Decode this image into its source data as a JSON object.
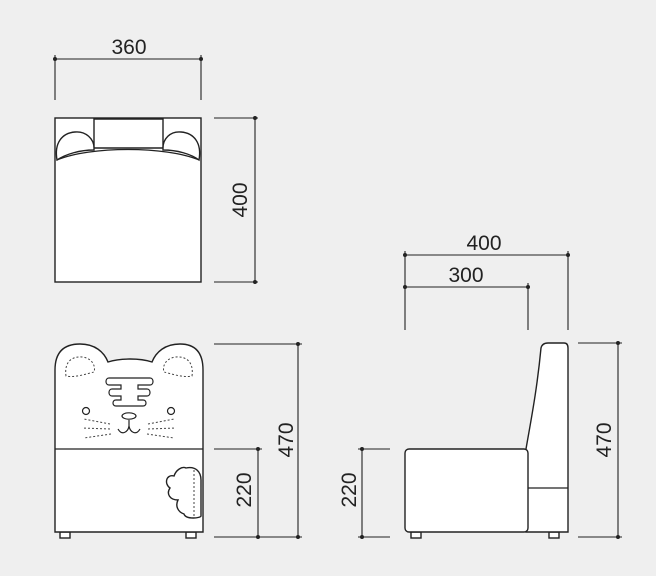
{
  "dimensions": {
    "top_width": "360",
    "top_depth": "400",
    "front_total_height": "470",
    "front_seat_height": "220",
    "side_total_depth": "400",
    "side_seat_depth": "300",
    "side_seat_height": "220",
    "side_total_height": "470"
  }
}
